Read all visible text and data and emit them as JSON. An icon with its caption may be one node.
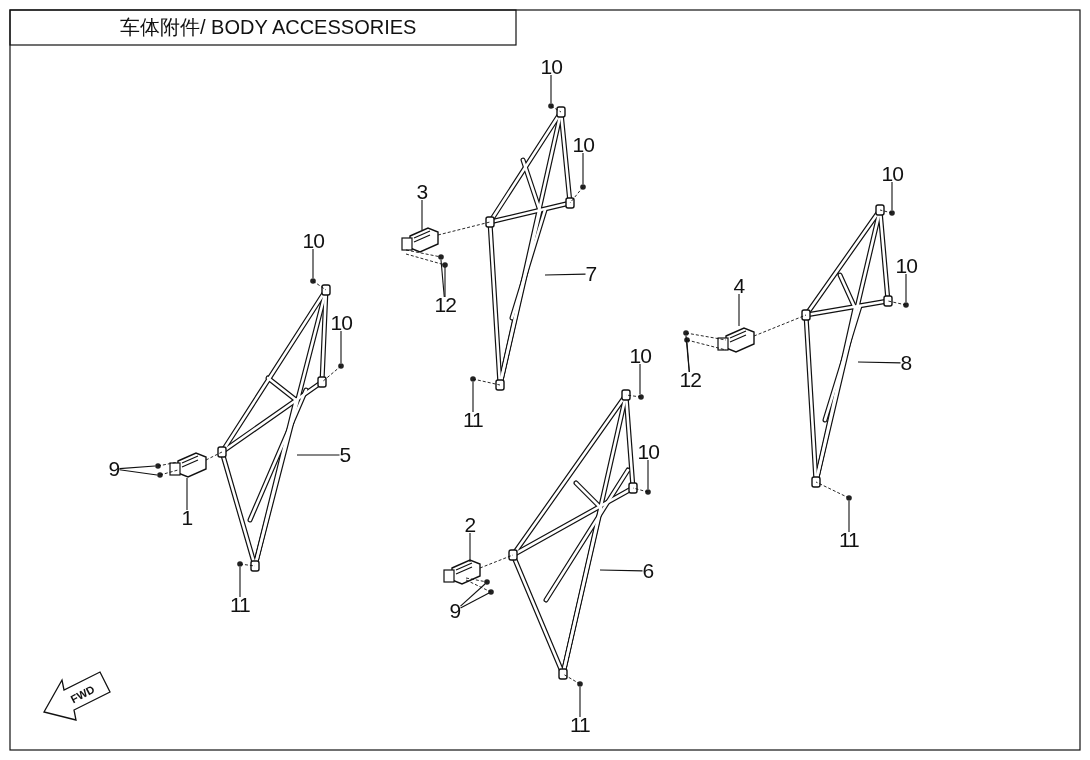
{
  "diagram": {
    "title": "车体附件/ BODY ACCESSORIES",
    "nodes": [
      {
        "text": [
          "10"
        ]
      },
      {
        "text": [
          "10"
        ]
      },
      {
        "text": [
          "3"
        ]
      },
      {
        "text": [
          "7"
        ]
      },
      {
        "text": [
          "12"
        ]
      },
      {
        "text": [
          "11"
        ]
      },
      {
        "text": [
          "10"
        ]
      },
      {
        "text": [
          "10"
        ]
      },
      {
        "text": [
          "4"
        ]
      },
      {
        "text": [
          "8"
        ]
      },
      {
        "text": [
          "12"
        ]
      },
      {
        "text": [
          "11"
        ]
      },
      {
        "text": [
          "10"
        ]
      },
      {
        "text": [
          "10"
        ]
      },
      {
        "text": [
          "5"
        ]
      },
      {
        "text": [
          "9"
        ]
      },
      {
        "text": [
          "1"
        ]
      },
      {
        "text": [
          "11"
        ]
      },
      {
        "text": [
          "10"
        ]
      },
      {
        "text": [
          "10"
        ]
      },
      {
        "text": [
          "2"
        ]
      },
      {
        "text": [
          "6"
        ]
      },
      {
        "text": [
          "9"
        ]
      },
      {
        "text": [
          "11"
        ]
      }
    ],
    "edges": [
      {
        "from": 0,
        "to": null,
        "arrow": "none"
      },
      {
        "from": 1,
        "to": null,
        "arrow": "none"
      },
      {
        "from": 2,
        "to": null,
        "arrow": "none"
      },
      {
        "from": 3,
        "to": null,
        "arrow": "none"
      },
      {
        "from": 4,
        "to": null,
        "arrow": "none"
      },
      {
        "from": 4,
        "to": null,
        "arrow": "none"
      },
      {
        "from": 5,
        "to": null,
        "arrow": "none"
      },
      {
        "from": 6,
        "to": null,
        "arrow": "none"
      },
      {
        "from": 7,
        "to": null,
        "arrow": "none"
      },
      {
        "from": 8,
        "to": null,
        "arrow": "none"
      },
      {
        "from": 9,
        "to": null,
        "arrow": "none"
      },
      {
        "from": 10,
        "to": null,
        "arrow": "none"
      },
      {
        "from": 10,
        "to": null,
        "arrow": "none"
      },
      {
        "from": 11,
        "to": null,
        "arrow": "none"
      },
      {
        "from": 12,
        "to": null,
        "arrow": "none"
      },
      {
        "from": 13,
        "to": null,
        "arrow": "none"
      },
      {
        "from": 14,
        "to": null,
        "arrow": "none"
      },
      {
        "from": 15,
        "to": null,
        "arrow": "none"
      },
      {
        "from": 15,
        "to": null,
        "arrow": "none"
      },
      {
        "from": 16,
        "to": null,
        "arrow": "none"
      },
      {
        "from": 17,
        "to": null,
        "arrow": "none"
      },
      {
        "from": 18,
        "to": null,
        "arrow": "none"
      },
      {
        "from": 19,
        "to": null,
        "arrow": "none"
      },
      {
        "from": 20,
        "to": null,
        "arrow": "none"
      },
      {
        "from": 21,
        "to": null,
        "arrow": "none"
      },
      {
        "from": 22,
        "to": null,
        "arrow": "none"
      },
      {
        "from": 22,
        "to": null,
        "arrow": "none"
      },
      {
        "from": 23,
        "to": null,
        "arrow": "none"
      }
    ],
    "labels": [
      "FWD"
    ]
  }
}
